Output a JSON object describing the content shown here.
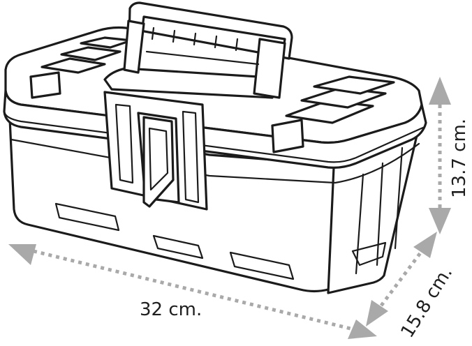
{
  "dimensions": {
    "width_label": "32 cm.",
    "depth_label": "15.8 cm.",
    "height_label": "13.7 cm."
  },
  "colors": {
    "outline": "#1b1b1b",
    "dimension_arrows": "#a9a9a9",
    "background": "#ffffff"
  }
}
